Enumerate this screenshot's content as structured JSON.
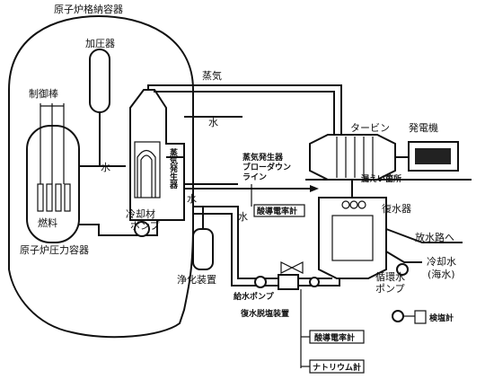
{
  "labels": {
    "containment_vessel": "原子炉格納容器",
    "pressurizer": "加圧器",
    "steam": "蒸気",
    "control_rods": "制御棒",
    "water_top": "水",
    "turbine": "タービン",
    "generator": "発電機",
    "steam_generator": "蒸気発生器",
    "water_left": "水",
    "sg_blowdown": [
      "蒸気発生器",
      "ブローダウン",
      "ライン"
    ],
    "leak_point": "漏えい箇所",
    "fuel": "燃料",
    "coolant_pump": [
      "冷却材",
      "ポンプ"
    ],
    "water_mid": "水",
    "water_low": "水",
    "acid_cond_meter_1": "酸導電率計",
    "condenser": "復水器",
    "reactor_pressure_vessel": "原子炉圧力容器",
    "to_outlet": "放水路へ",
    "purifier": "浄化装置",
    "cooling_water": [
      "冷却水",
      "(海水)"
    ],
    "circ_pump": [
      "循環水",
      "ポンプ"
    ],
    "feedwater_pump": "給水ポンプ",
    "condensate_demin": "復水脱塩装置",
    "salinity_meter": "検塩計",
    "acid_cond_meter_2": "酸導電率計",
    "sodium_meter": "ナトリウム計"
  }
}
